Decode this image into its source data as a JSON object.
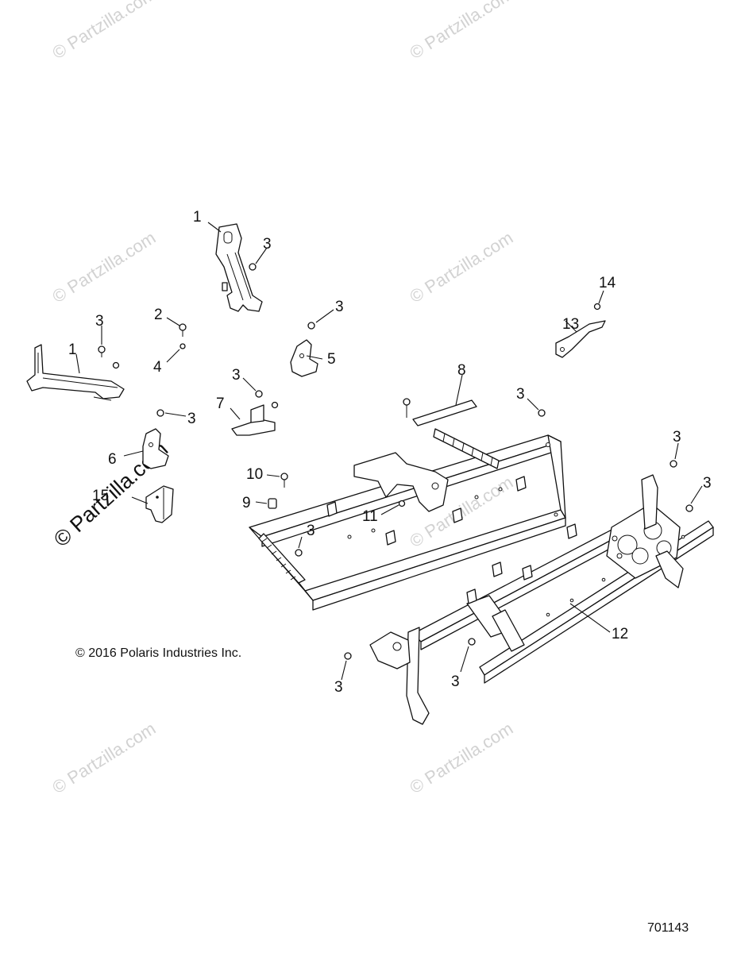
{
  "watermark_text": "© Partzilla.com",
  "copyright": "© 2016  Polaris Industries Inc.",
  "figure_number": "701143",
  "callouts": [
    "1",
    "3",
    "2",
    "3",
    "1",
    "4",
    "3",
    "5",
    "3",
    "7",
    "3",
    "8",
    "3",
    "6",
    "10",
    "9",
    "11",
    "3",
    "15",
    "14",
    "13",
    "3",
    "3",
    "12",
    "3",
    "3"
  ],
  "colors": {
    "line": "#111111",
    "watermark": "#d2d2d2",
    "background": "#ffffff"
  }
}
